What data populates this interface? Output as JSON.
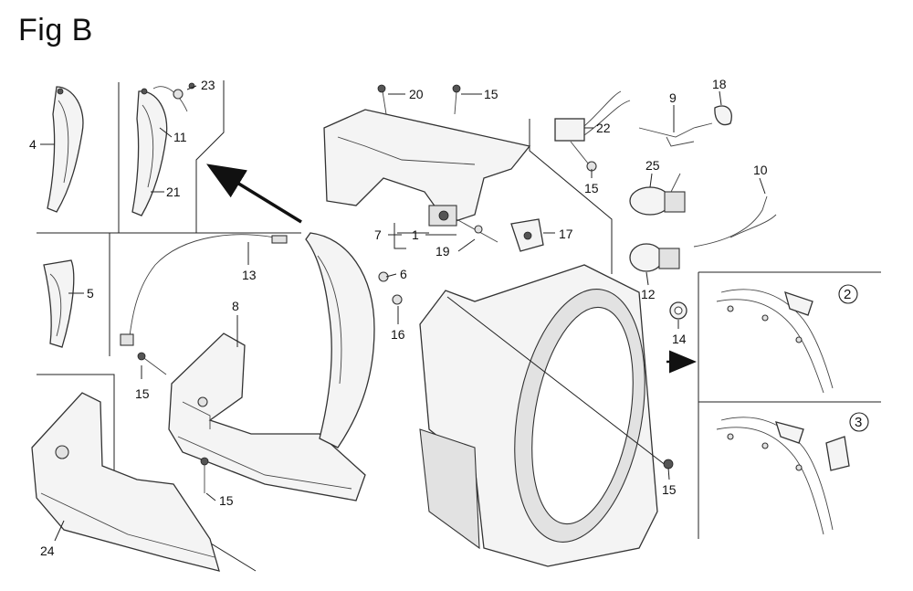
{
  "figure": {
    "title": "Fig B"
  },
  "callouts": {
    "p4": "4",
    "p5": "5",
    "p21": "21",
    "p11": "11",
    "p23": "23",
    "p13": "13",
    "p8": "8",
    "p15a": "15",
    "p24": "24",
    "p15b": "15",
    "p20": "20",
    "p15c": "15",
    "p7": "7",
    "p1": "1",
    "p19": "19",
    "p17": "17",
    "p6": "6",
    "p16": "16",
    "p22": "22",
    "p15d": "15",
    "p9": "9",
    "p18": "18",
    "p25": "25",
    "p10": "10",
    "p12": "12",
    "p14": "14",
    "p15e": "15"
  },
  "detail_views": {
    "d2": "2",
    "d3": "3"
  }
}
